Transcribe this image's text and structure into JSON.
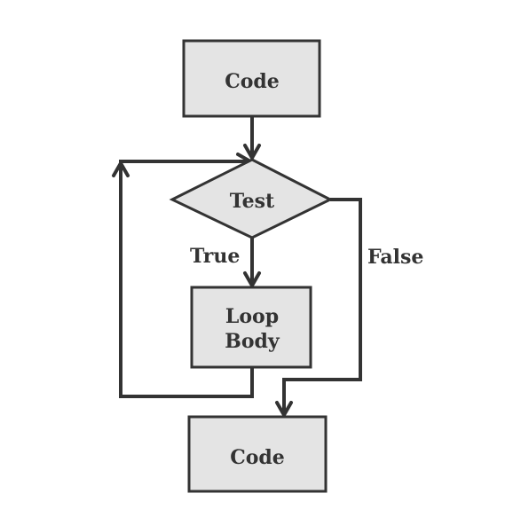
{
  "nodes": {
    "start_code": "Code",
    "test": "Test",
    "loop_body_line1": "Loop",
    "loop_body_line2": "Body",
    "end_code": "Code"
  },
  "edges": {
    "true_label": "True",
    "false_label": "False"
  }
}
